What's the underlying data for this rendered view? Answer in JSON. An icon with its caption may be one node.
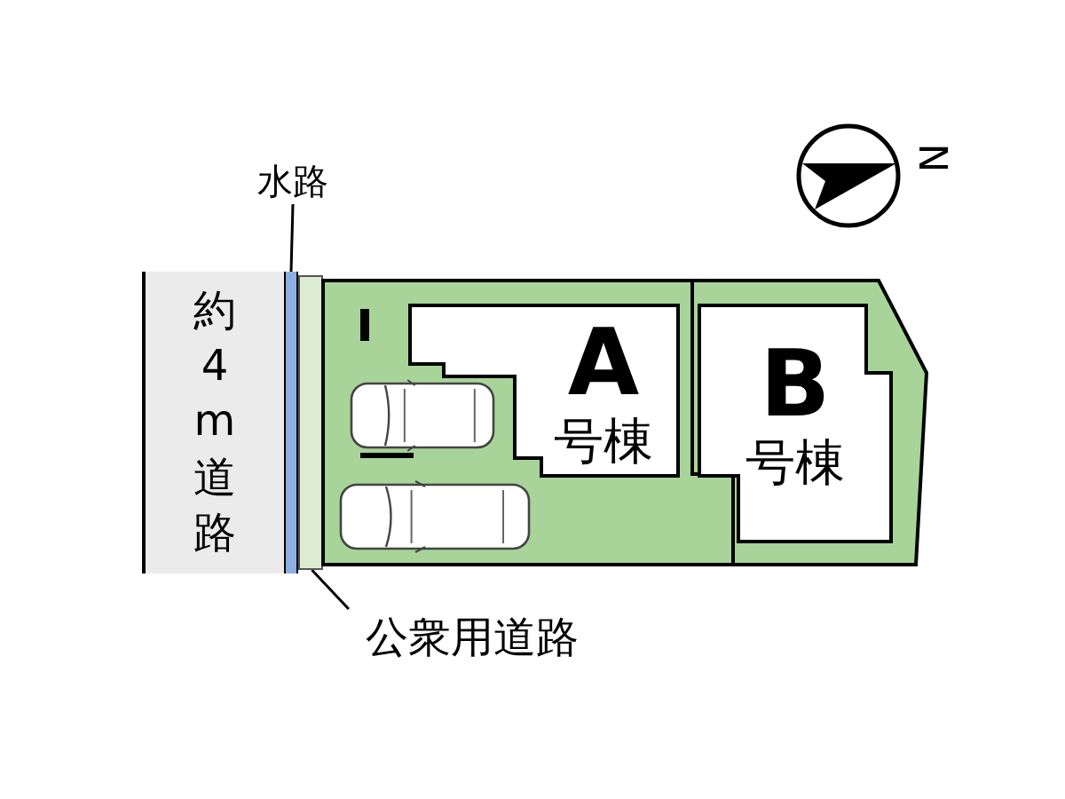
{
  "diagram": {
    "nodes": [
      {
        "text": [
          "水路"
        ]
      },
      {
        "text": [],
        "shape": "bar"
      },
      {
        "text": [
          "公衆用道路"
        ]
      },
      {
        "text": [],
        "shape": "bar"
      },
      {
        "text": [
          "約4m道路"
        ]
      },
      {
        "text": [],
        "shape": "box"
      },
      {
        "text": [
          "A",
          "号棟"
        ],
        "in": 5
      },
      {
        "text": [],
        "shape": "box"
      },
      {
        "text": [
          "B",
          "号棟"
        ],
        "in": 7
      }
    ],
    "edges": [
      {
        "from": 0,
        "to": 1,
        "arrow": "none"
      },
      {
        "from": 2,
        "to": 3,
        "arrow": "none"
      }
    ],
    "labels": [
      "N"
    ]
  }
}
